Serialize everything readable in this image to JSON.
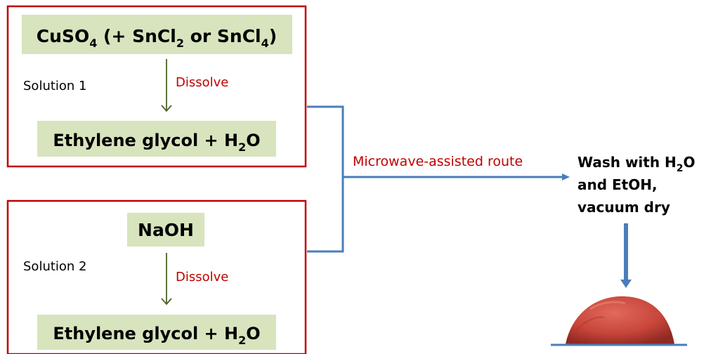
{
  "colors": {
    "frame": "#c00000",
    "box_fill": "#d7e4bd",
    "down_arrow": "#4f6228",
    "connector": "#4a7ebb",
    "route_text": "#c00000",
    "dissolve_text": "#c00000",
    "powder": "#c8453a"
  },
  "solution1": {
    "reagent": {
      "base": "CuSO",
      "sub1": "4",
      "mid": " (+ SnCl",
      "sub2": "2",
      "mid2": " or SnCl",
      "sub3": "4",
      "end": ")"
    },
    "label": "Solution 1",
    "step": "Dissolve",
    "solvent": {
      "base": "Ethylene glycol + H",
      "sub": "2",
      "end": "O"
    }
  },
  "solution2": {
    "reagent": "NaOH",
    "label": "Solution 2",
    "step": "Dissolve",
    "solvent": {
      "base": "Ethylene glycol + H",
      "sub": "2",
      "end": "O"
    }
  },
  "route": "Microwave-assisted route",
  "post_treatment": {
    "line1_base": "Wash with H",
    "line1_sub": "2",
    "line1_end": "O",
    "line2": "and EtOH,",
    "line3": "vacuum dry"
  },
  "icons": {
    "product": "powder-pile-icon"
  }
}
